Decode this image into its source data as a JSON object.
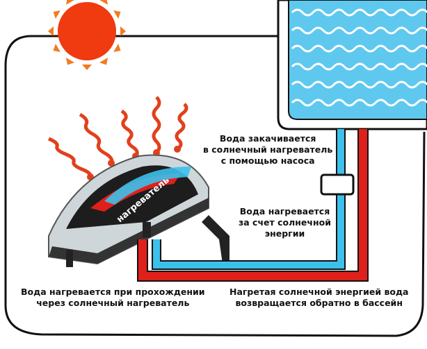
{
  "heater_label": "нагреватель",
  "labels": {
    "pump_in": [
      "Вода закачивается",
      "в солнечный нагреватель",
      "с помощью насоса"
    ],
    "solar": [
      "Вода нагревается",
      "за счет солнечной",
      "энергии"
    ],
    "through_heater": [
      "Вода нагревается при прохождении",
      "через солнечный нагреватель"
    ],
    "return": [
      "Нагретая солнечной энергией вода",
      "возвращается обратно в бассейн"
    ]
  },
  "colors": {
    "sun": "#f03a10",
    "cold": "#3cc0ec",
    "hot": "#e0201a",
    "pool": "#5fc8ef"
  }
}
